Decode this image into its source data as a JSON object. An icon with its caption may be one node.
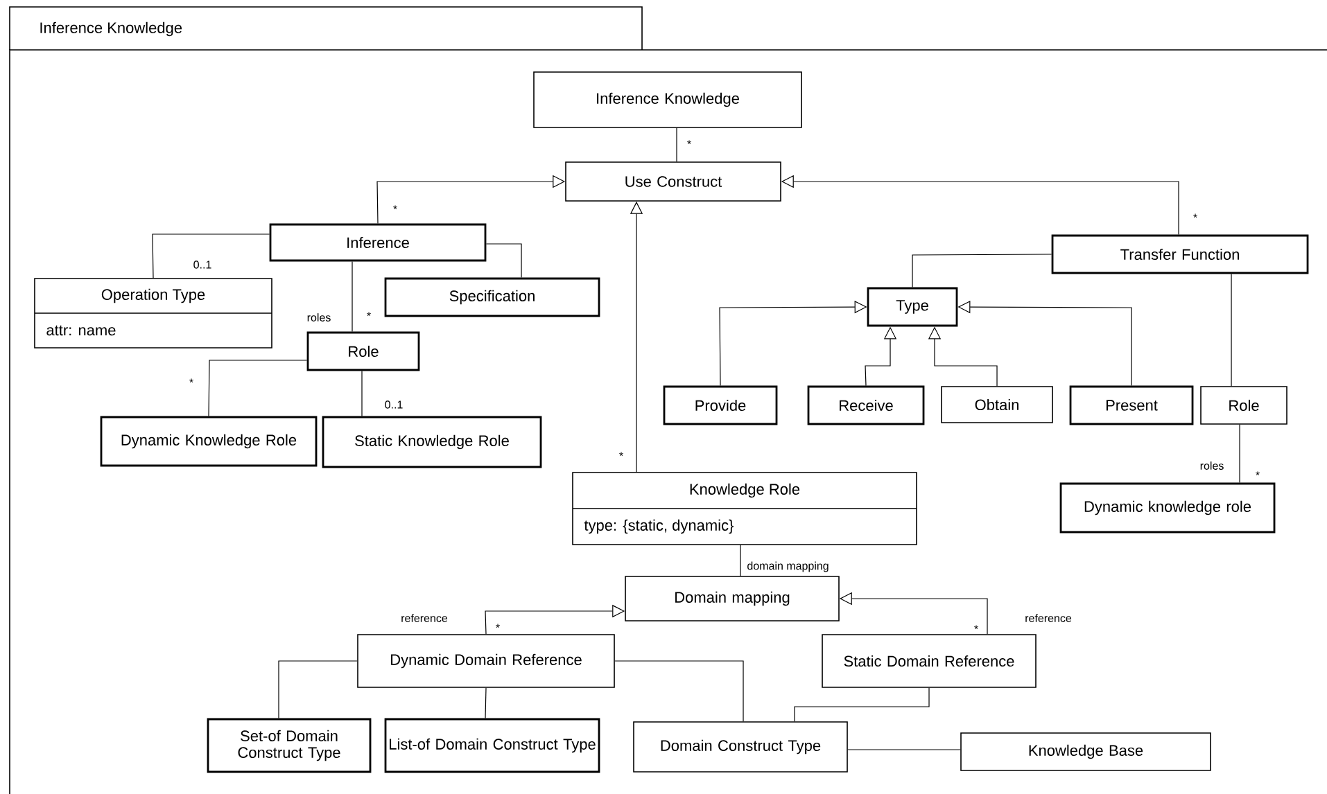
{
  "diagram": {
    "title": "Inference Knowledge",
    "nodes": [
      {
        "text": [
          "Inference Knowledge"
        ]
      },
      {
        "text": [
          "Use Construct"
        ]
      },
      {
        "text": [
          "Inference"
        ]
      },
      {
        "text": [
          "Operation Type",
          "attr: name"
        ]
      },
      {
        "text": [
          "Specification"
        ]
      },
      {
        "text": [
          "Role"
        ]
      },
      {
        "text": [
          "Dynamic Knowledge Role"
        ]
      },
      {
        "text": [
          "Static Knowledge Role"
        ]
      },
      {
        "text": [
          "Transfer Function"
        ]
      },
      {
        "text": [
          "Type"
        ]
      },
      {
        "text": [
          "Provide"
        ]
      },
      {
        "text": [
          "Receive"
        ]
      },
      {
        "text": [
          "Obtain"
        ]
      },
      {
        "text": [
          "Present"
        ]
      },
      {
        "text": [
          "Role"
        ]
      },
      {
        "text": [
          "Knowledge Role",
          "type: {static, dynamic}"
        ]
      },
      {
        "text": [
          "Dynamic knowledge role"
        ]
      },
      {
        "text": [
          "Domain mapping"
        ]
      },
      {
        "text": [
          "Dynamic Domain Reference"
        ]
      },
      {
        "text": [
          "Static Domain Reference"
        ]
      },
      {
        "text": [
          "Set-of Domain Construct Type"
        ]
      },
      {
        "text": [
          "List-of Domain Construct Type"
        ]
      },
      {
        "text": [
          "Domain Construct Type"
        ]
      },
      {
        "text": [
          "Knowledge Base"
        ]
      }
    ],
    "edges": [
      {
        "from": 0,
        "to": 1,
        "arrow": "none",
        "label": "*"
      },
      {
        "from": 2,
        "to": 1,
        "arrow": "to",
        "label": "*"
      },
      {
        "from": 8,
        "to": 1,
        "arrow": "to",
        "label": "*"
      },
      {
        "from": 15,
        "to": 1,
        "arrow": "to",
        "label": "*"
      },
      {
        "from": 2,
        "to": 3,
        "arrow": "none",
        "label": "0..1"
      },
      {
        "from": 2,
        "to": 4,
        "arrow": "none"
      },
      {
        "from": 2,
        "to": 5,
        "arrow": "none",
        "label": "*"
      },
      {
        "from": 5,
        "to": 6,
        "arrow": "none",
        "label": "*"
      },
      {
        "from": 5,
        "to": 7,
        "arrow": "none",
        "label": "0..1"
      },
      {
        "from": 8,
        "to": 9,
        "arrow": "none"
      },
      {
        "from": 10,
        "to": 9,
        "arrow": "to"
      },
      {
        "from": 11,
        "to": 9,
        "arrow": "to"
      },
      {
        "from": 12,
        "to": 9,
        "arrow": "to"
      },
      {
        "from": 13,
        "to": 9,
        "arrow": "to"
      },
      {
        "from": 8,
        "to": 14,
        "arrow": "none"
      },
      {
        "from": 14,
        "to": 16,
        "arrow": "none",
        "label": "*"
      },
      {
        "from": 15,
        "to": 17,
        "arrow": "none",
        "label": "domain mapping"
      },
      {
        "from": 18,
        "to": 17,
        "arrow": "to",
        "label": "*"
      },
      {
        "from": 19,
        "to": 17,
        "arrow": "to",
        "label": "*"
      },
      {
        "from": 18,
        "to": 20,
        "arrow": "none"
      },
      {
        "from": 18,
        "to": 21,
        "arrow": "none"
      },
      {
        "from": 18,
        "to": 22,
        "arrow": "none"
      },
      {
        "from": 19,
        "to": 22,
        "arrow": "none"
      },
      {
        "from": 22,
        "to": 23,
        "arrow": "none"
      }
    ],
    "labels": [
      "roles",
      "roles",
      "reference",
      "reference"
    ]
  }
}
